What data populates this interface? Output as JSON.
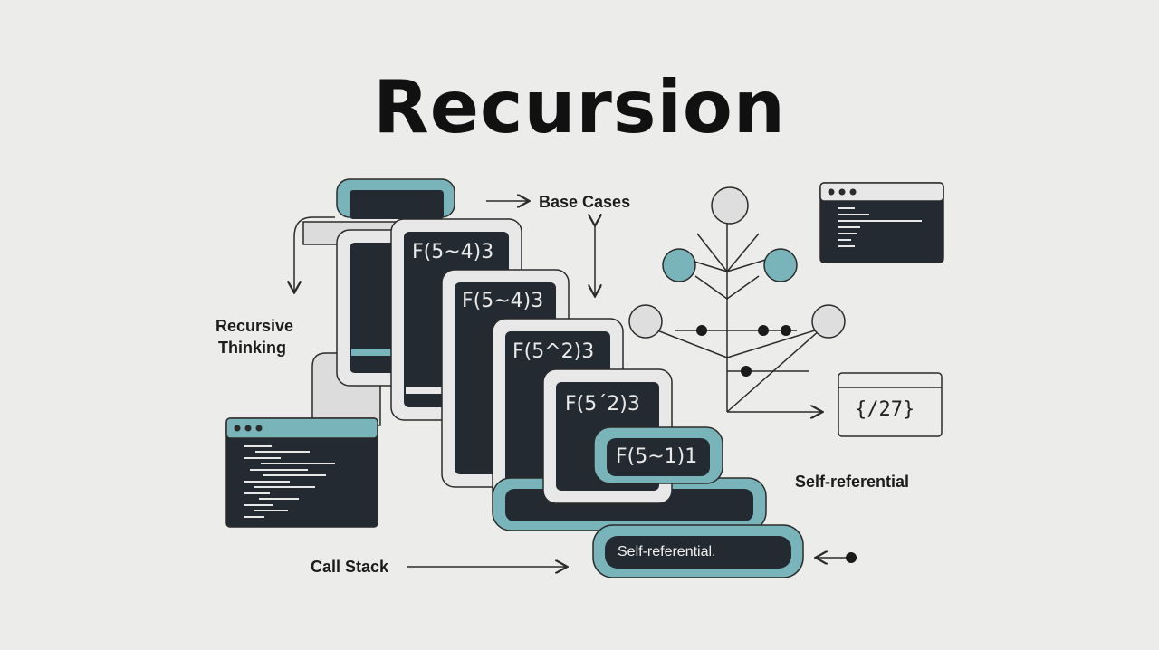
{
  "title": "Recursion",
  "labels": {
    "base_cases": "Base Cases",
    "recursive_thinking_1": "Recursive",
    "recursive_thinking_2": "Thinking",
    "call_stack": "Call Stack",
    "self_referential": "Self-referential"
  },
  "frames": [
    "F(5~4)3",
    "F(5~4)3",
    "F(5^2)3",
    "F(5´2)3",
    "F(5~1)1"
  ],
  "stack_bottom": "Self-referential.",
  "code_box": "{/27}",
  "colors": {
    "background": "#ececeb",
    "frame_dark": "#242a31",
    "teal": "#7ab4bb",
    "light_grey": "#d8d8d8",
    "stroke": "#2b2b2b"
  }
}
